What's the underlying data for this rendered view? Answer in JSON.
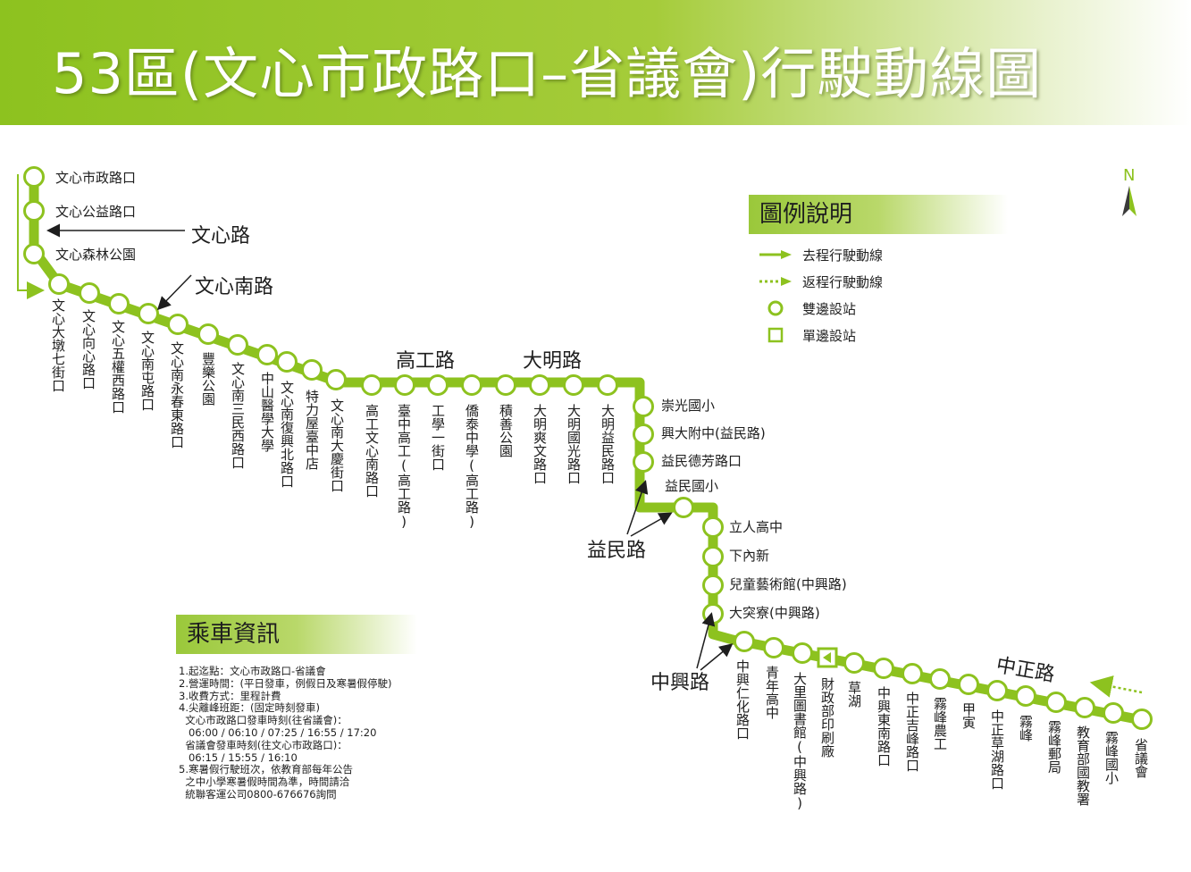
{
  "title": "53區(文心市政路口–省議會)行駛動線圖",
  "colors": {
    "route": "#8dc21f",
    "accent": "#8dc21f",
    "text": "#1e1e1e"
  },
  "compass": {
    "label": "N"
  },
  "legend": {
    "title": "圖例說明",
    "items": [
      {
        "icon": "solid-arrow-icon",
        "label": "去程行駛動線"
      },
      {
        "icon": "dotted-arrow-icon",
        "label": "返程行駛動線"
      },
      {
        "icon": "circle-stop-icon",
        "label": "雙邊設站"
      },
      {
        "icon": "square-stop-icon",
        "label": "單邊設站"
      }
    ]
  },
  "roads": [
    "文心路",
    "文心南路",
    "高工路",
    "大明路",
    "益民路",
    "中興路",
    "中正路"
  ],
  "stops": [
    "文心市政路口",
    "文心公益路口",
    "文心森林公園",
    "文心大墩七街口",
    "文心向心路口",
    "文心五權西路口",
    "文心南屯路口",
    "文心南永春東路口",
    "豐樂公園",
    "文心南三民西路口",
    "中山醫學大學",
    "文心南復興北路口",
    "特力屋臺中店",
    "文心南大慶街口",
    "高工文心南路口",
    "臺中高工(高工路)",
    "工學一街口",
    "僑泰中學(高工路)",
    "積善公園",
    "大明爽文路口",
    "大明國光路口",
    "大明益民路口",
    "崇光國小",
    "興大附中(益民路)",
    "益民德芳路口",
    "益民國小",
    "立人高中",
    "下內新",
    "兒童藝術館(中興路)",
    "大突寮(中興路)",
    "中興仁化路口",
    "青年高中",
    "大里圖書館(中興路)",
    "財政部印刷廠",
    "草湖",
    "中興東南路口",
    "中正吉峰路口",
    "霧峰農工",
    "甲寅",
    "中正草湖路口",
    "霧峰",
    "霧峰郵局",
    "教育部國教署",
    "霧峰國小",
    "省議會"
  ],
  "info": {
    "title": "乘車資訊",
    "lines": [
      "1.起迄點：文心市政路口-省議會",
      "2.營運時間：(平日發車，例假日及寒暑假停駛)",
      "3.收費方式：里程計費",
      "4.尖離峰班距：(固定時刻發車)",
      "  文心市政路口發車時刻(往省議會)：",
      "   06:00 / 06:10 / 07:25 / 16:55 / 17:20",
      "  省議會發車時刻(往文心市政路口)：",
      "   06:15 / 15:55 / 16:10",
      "5.寒暑假行駛班次，依教育部每年公告",
      "  之中小學寒暑假時間為準，時間請洽",
      "  統聯客運公司0800-676676詢問"
    ]
  }
}
